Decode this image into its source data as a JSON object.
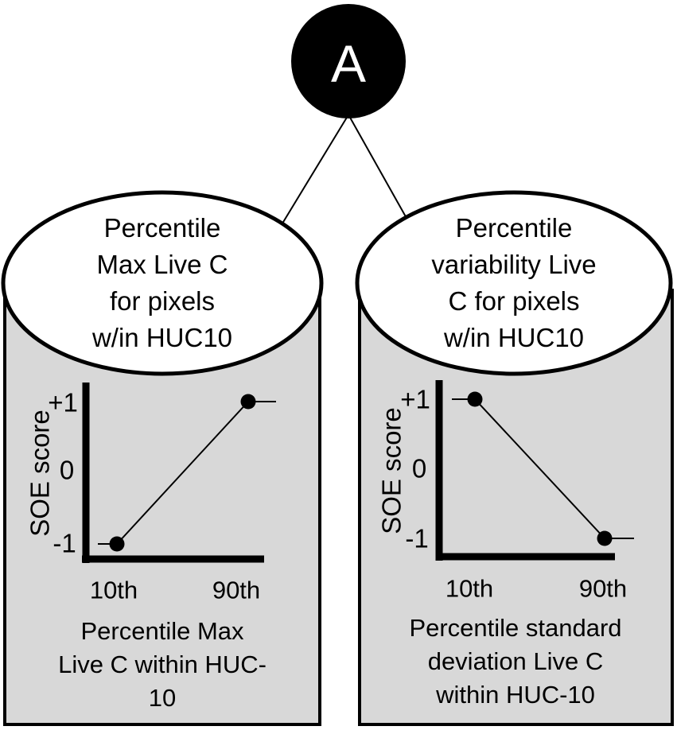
{
  "colors": {
    "background": "#ffffff",
    "panel_fill": "#d8d8d8",
    "stroke": "#000000",
    "node_fill": "#000000",
    "node_text": "#ffffff"
  },
  "root": {
    "label": "A"
  },
  "panels": [
    {
      "bubble_text": "Percentile\nMax Live C\nfor pixels\nw/in HUC10",
      "y_axis_label": "SOE score",
      "y_ticks": [
        "+1",
        "0",
        "-1"
      ],
      "x_ticks": [
        "10th",
        "90th"
      ],
      "caption": "Percentile Max\nLive C within HUC-\n10"
    },
    {
      "bubble_text": "Percentile\nvariability Live\nC for pixels\nw/in HUC10",
      "y_axis_label": "SOE score",
      "y_ticks": [
        "+1",
        "0",
        "-1"
      ],
      "x_ticks": [
        "10th",
        "90th"
      ],
      "caption": "Percentile standard\ndeviation Live C\nwithin HUC-10"
    }
  ],
  "chart_data": [
    {
      "type": "line",
      "title": "Percentile Max Live C for pixels w/in HUC10",
      "x": [
        "10th",
        "90th"
      ],
      "series": [
        {
          "name": "SOE score",
          "values": [
            -1,
            1
          ]
        }
      ],
      "xlabel": "Percentile Max Live C within HUC-10",
      "ylabel": "SOE score",
      "yticks": [
        "+1",
        "0",
        "-1"
      ],
      "ylim": [
        -1,
        1
      ],
      "grid": false,
      "legend": "none",
      "marker": "filled-circle"
    },
    {
      "type": "line",
      "title": "Percentile variability Live C for pixels w/in HUC10",
      "x": [
        "10th",
        "90th"
      ],
      "series": [
        {
          "name": "SOE score",
          "values": [
            1,
            -1
          ]
        }
      ],
      "xlabel": "Percentile standard deviation Live C within HUC-10",
      "ylabel": "SOE score",
      "yticks": [
        "+1",
        "0",
        "-1"
      ],
      "ylim": [
        -1,
        1
      ],
      "grid": false,
      "legend": "none",
      "marker": "filled-circle"
    }
  ]
}
